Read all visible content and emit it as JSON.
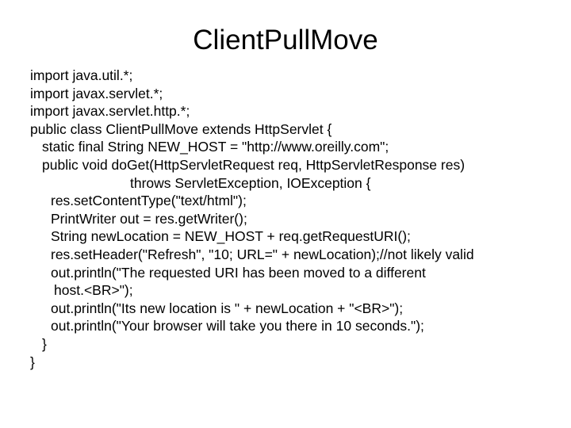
{
  "slide": {
    "title": "ClientPullMove",
    "background_color": "#ffffff",
    "text_color": "#000000",
    "code_lines": [
      {
        "indent": "ind-0",
        "text": "import java.util.*;"
      },
      {
        "indent": "ind-0",
        "text": "import javax.servlet.*;"
      },
      {
        "indent": "ind-0",
        "text": "import javax.servlet.http.*;"
      },
      {
        "indent": "ind-0",
        "text": "public class ClientPullMove extends HttpServlet {"
      },
      {
        "indent": "ind-1",
        "text": "static final String NEW_HOST = \"http://www.oreilly.com\";"
      },
      {
        "indent": "ind-1",
        "text": "public void doGet(HttpServletRequest req, HttpServletResponse res)"
      },
      {
        "indent": "ind-c",
        "text": "throws ServletException, IOException {"
      },
      {
        "indent": "ind-2",
        "text": "res.setContentType(\"text/html\");"
      },
      {
        "indent": "ind-2",
        "text": "PrintWriter out = res.getWriter();"
      },
      {
        "indent": "ind-2",
        "text": "String newLocation = NEW_HOST + req.getRequestURI();"
      },
      {
        "indent": "ind-2",
        "text": "res.setHeader(\"Refresh\", \"10; URL=\" + newLocation);//not likely valid"
      },
      {
        "indent": "ind-2",
        "text": "out.println(\"The requested URI has been moved to a different"
      },
      {
        "indent": "ind-w",
        "text": "host.<BR>\");"
      },
      {
        "indent": "ind-2",
        "text": "out.println(\"Its new location is \" + newLocation + \"<BR>\");"
      },
      {
        "indent": "ind-2",
        "text": "out.println(\"Your browser will take you there in 10 seconds.\");"
      },
      {
        "indent": "ind-b1",
        "text": "}"
      },
      {
        "indent": "ind-b0",
        "text": "}"
      }
    ]
  }
}
